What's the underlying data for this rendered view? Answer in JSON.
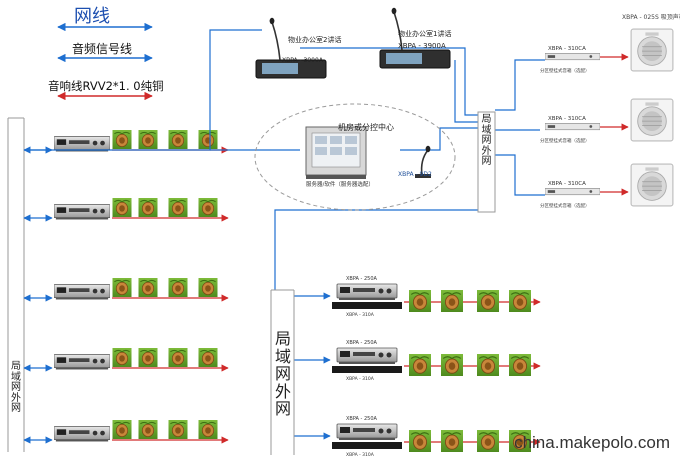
{
  "legend": {
    "network_label": "网线",
    "audio_signal_label": "音频信号线",
    "speaker_wire_label": "音响线RVV2*1. 0纯铜",
    "colors": {
      "network": "#1e6fd0",
      "audio": "#1e6fd0",
      "speaker": "#d02a2a"
    }
  },
  "lan_label": "局域网外网",
  "control_center": {
    "label": "机房或分控中心",
    "console_label": "XBPA - 9D2",
    "server_caption": "服务器/软件（服务器选配）"
  },
  "offices": [
    {
      "label": "物业办公室2讲话",
      "model": "XBPA - 3900A"
    },
    {
      "label": "物业办公室1讲话",
      "model": "XBPA - 3900A"
    }
  ],
  "terminals": [
    {
      "model": "XBPA - 310CA",
      "caption": "分区壁挂式音箱（选配）"
    },
    {
      "model": "XBPA - 310CA",
      "caption": "分区壁挂式音箱（选配）"
    },
    {
      "model": "XBPA - 310CA",
      "caption": "分区壁挂式音箱（选配）"
    }
  ],
  "wall_speaker_label": "XBPA - 025S 吸顶声柱",
  "amp_units": [
    {
      "model": "XBPA - 250A",
      "sub": "XBPA - 310A"
    },
    {
      "model": "XBPA - 250A",
      "sub": "XBPA - 310A"
    },
    {
      "model": "XBPA - 250A",
      "sub": "XBPA - 310A"
    }
  ],
  "watermark": "china.makepolo.com",
  "icons": [
    "rack-amplifier-icon",
    "garden-speaker-icon",
    "wall-speaker-icon",
    "gooseneck-mic-icon",
    "touch-panel-icon",
    "server-rack-icon"
  ]
}
